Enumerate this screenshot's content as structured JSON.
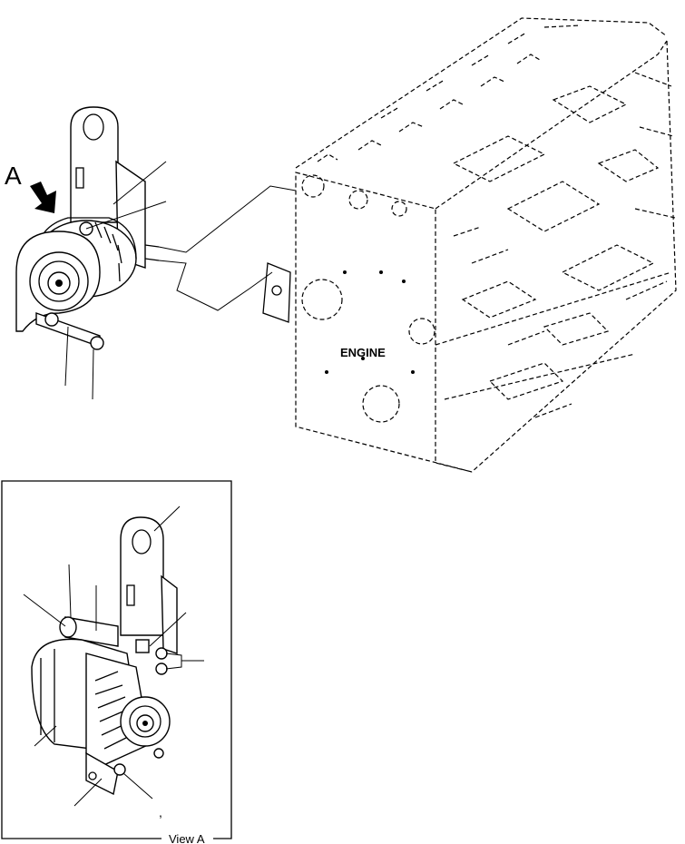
{
  "labels": {
    "view_marker": "A",
    "engine": "ENGINE",
    "view_caption": "View A",
    "stray_mark": ","
  }
}
